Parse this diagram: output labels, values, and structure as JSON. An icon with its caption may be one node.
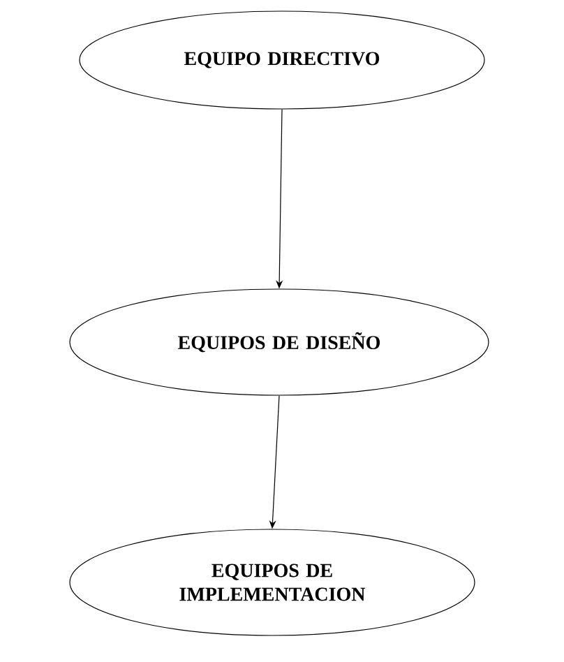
{
  "diagram": {
    "nodes": [
      {
        "text": [
          "EQUIPO DIRECTIVO"
        ]
      },
      {
        "text": [
          "EQUIPOS DE DISEÑO"
        ]
      },
      {
        "text": [
          "EQUIPOS DE IMPLEMENTACION"
        ]
      }
    ],
    "edges": [
      {
        "from": 0,
        "to": 1,
        "arrow": "to"
      },
      {
        "from": 1,
        "to": 2,
        "arrow": "to"
      }
    ]
  }
}
